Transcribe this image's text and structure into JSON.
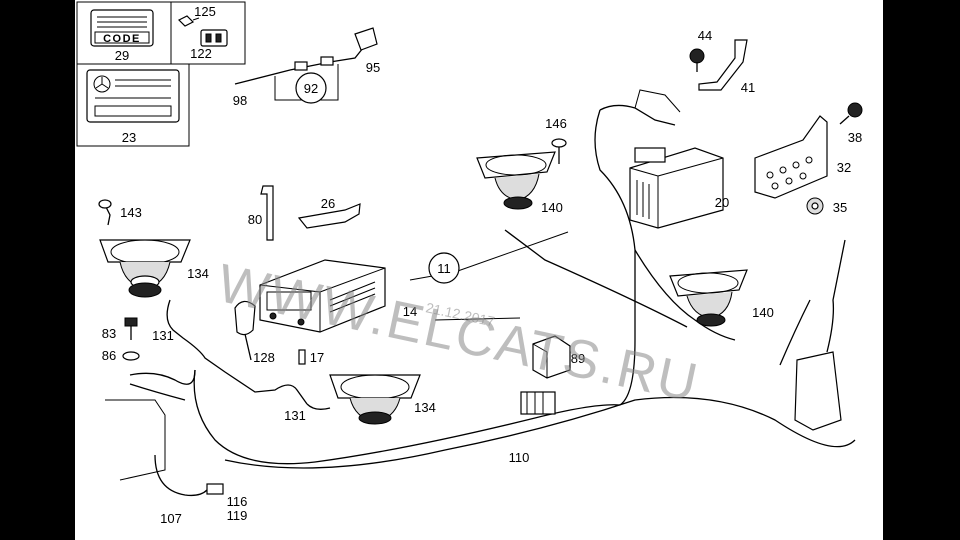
{
  "diagram": {
    "code_label": "CODE",
    "watermark_site": "WWW.ELCATS.RU",
    "watermark_date": "21.12.2017",
    "labels": {
      "l11": "11",
      "l14": "14",
      "l17": "17",
      "l20": "20",
      "l23": "23",
      "l26": "26",
      "l29": "29",
      "l32": "32",
      "l35": "35",
      "l38": "38",
      "l41": "41",
      "l44": "44",
      "l80": "80",
      "l83": "83",
      "l86": "86",
      "l89": "89",
      "l92": "92",
      "l95": "95",
      "l98": "98",
      "l107": "107",
      "l110": "110",
      "l116": "116",
      "l119": "119",
      "l122": "122",
      "l125": "125",
      "l128": "128",
      "l131a": "131",
      "l131b": "131",
      "l134a": "134",
      "l134b": "134",
      "l140a": "140",
      "l140b": "140",
      "l143": "143",
      "l146": "146"
    }
  }
}
